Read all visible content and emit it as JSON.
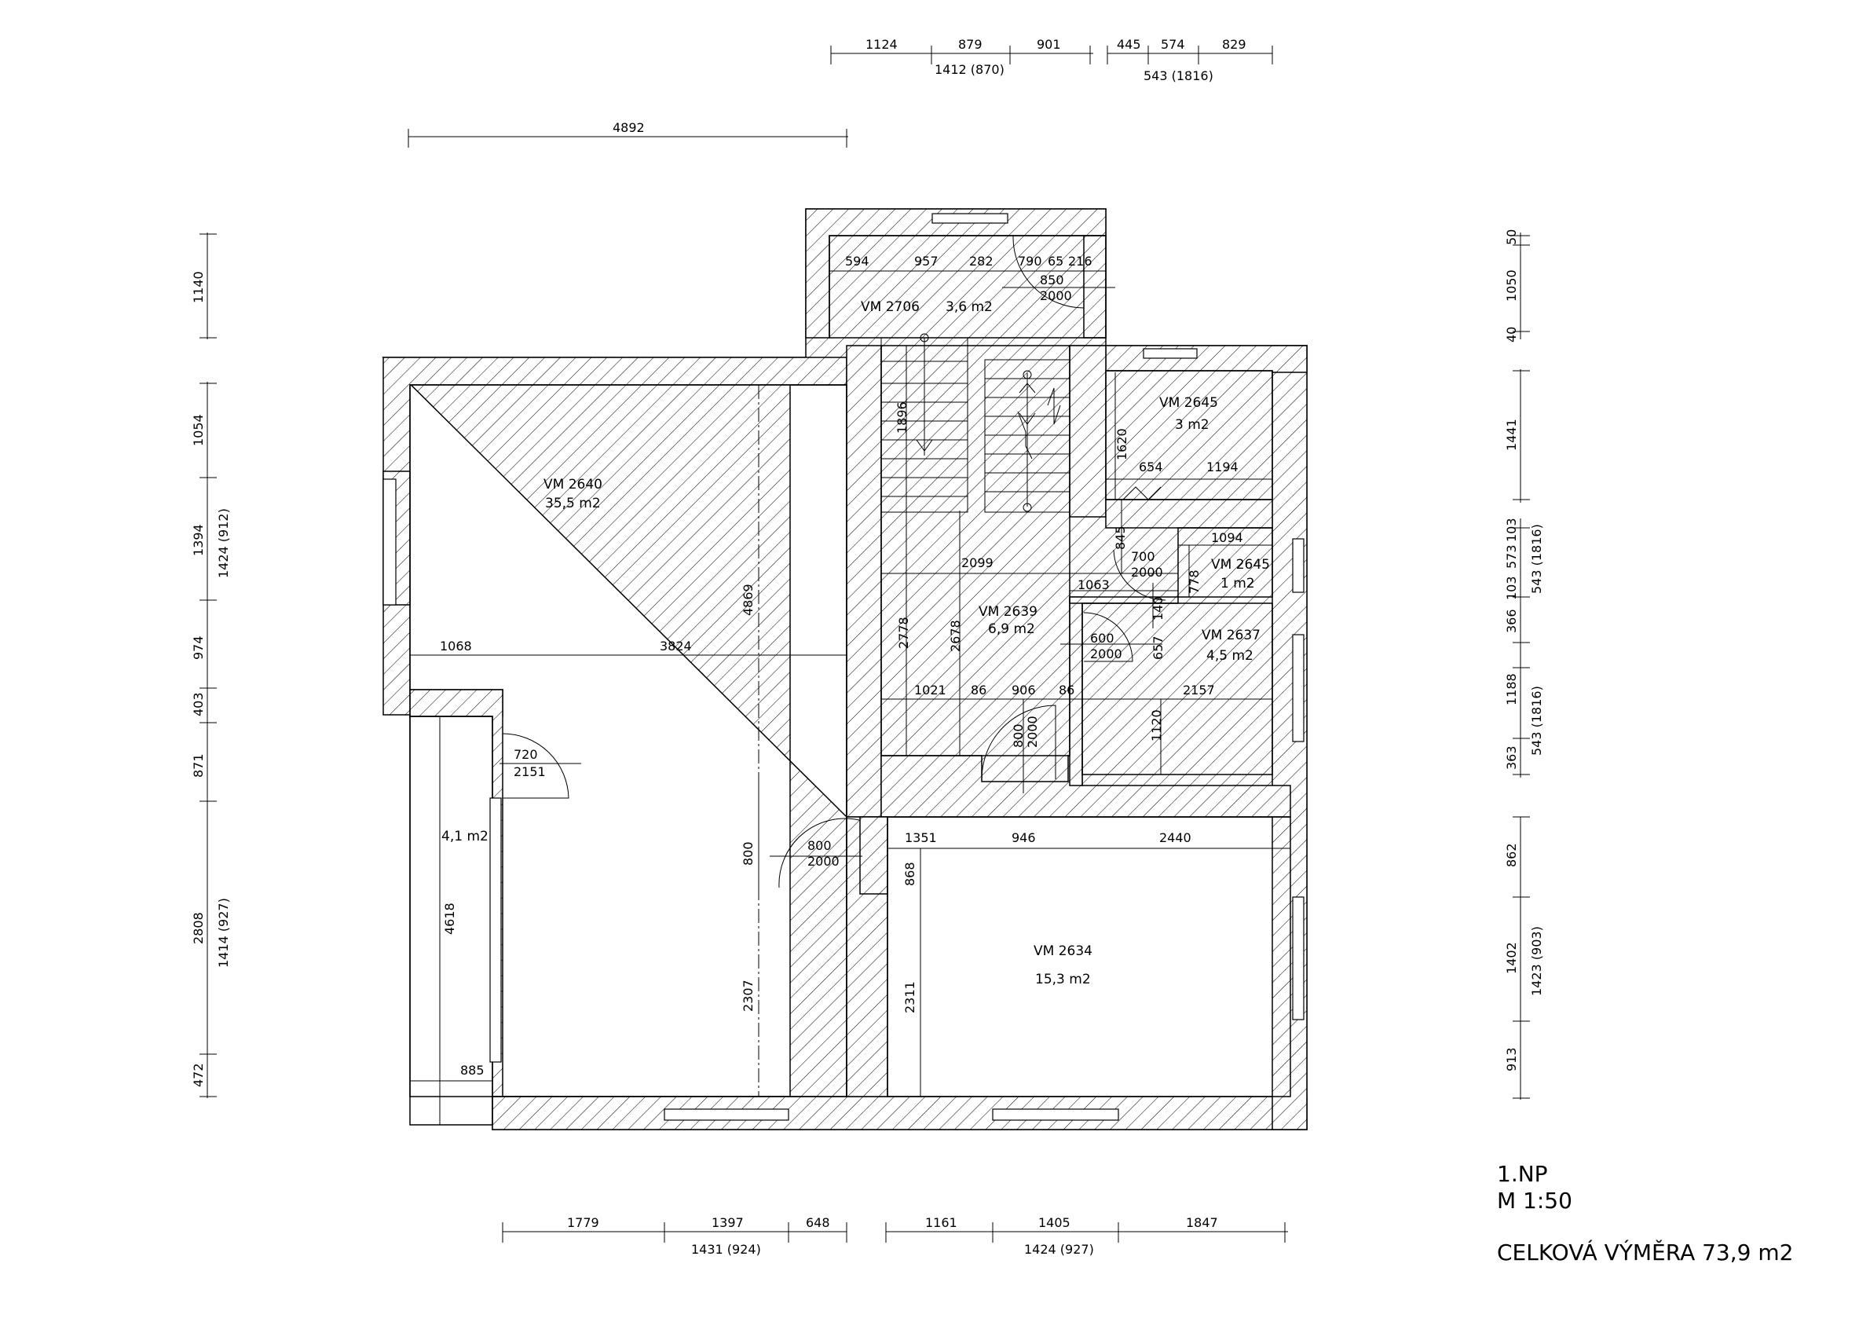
{
  "rooms": [
    {
      "id": "VM 2706",
      "area": "3,6 m2"
    },
    {
      "id": "VM 2640",
      "area": "35,5 m2"
    },
    {
      "id": "VM 2645",
      "area": "3 m2"
    },
    {
      "id": "VM 2645",
      "area": "1 m2"
    },
    {
      "id": "VM 2639",
      "area": "6,9 m2"
    },
    {
      "id": "VM 2637",
      "area": "4,5 m2"
    },
    {
      "id": "VM 2634",
      "area": "15,3 m2"
    },
    {
      "id": "",
      "area": "4,1 m2"
    }
  ],
  "dims": {
    "top1": [
      "1124",
      "879",
      "901"
    ],
    "top1_sub": "1412 (870)",
    "top2": [
      "445",
      "574",
      "829"
    ],
    "top2_sub": "543 (1816)",
    "top3": "4892",
    "bottom1": [
      "1779",
      "1397",
      "648"
    ],
    "bottom1_sub": "1431 (924)",
    "bottom2": [
      "1161",
      "1405",
      "1847"
    ],
    "bottom2_sub": "1424 (927)",
    "left": [
      "1140",
      "1054",
      "1394",
      "974",
      "403",
      "871",
      "2808",
      "472"
    ],
    "left_sub1": "1424 (912)",
    "left_sub2": "1414 (927)",
    "right": [
      "50",
      "1050",
      "40",
      "1441",
      "103",
      "573",
      "103",
      "366",
      "1188",
      "363",
      "862",
      "1402",
      "913"
    ],
    "right_sub1": "543 (1816)",
    "right_sub2": "543 (1816)",
    "right_sub3": "1423 (903)",
    "interior": {
      "a594": "594",
      "a957": "957",
      "a282": "282",
      "a790": "790",
      "a65": "65",
      "a216": "216",
      "d850": "850",
      "d2000a": "2000",
      "s1896": "1896",
      "s1620": "1620",
      "s654": "654",
      "s1194": "1194",
      "s845": "845",
      "s1094": "1094",
      "s700": "700",
      "s2000b": "2000",
      "s778": "778",
      "s2099": "2099",
      "s1063": "1063",
      "s140": "140",
      "s2778": "2778",
      "s2678": "2678",
      "s600": "600",
      "s2000c": "2000",
      "s657": "657",
      "s1021": "1021",
      "s86a": "86",
      "s906": "906",
      "s86b": "86",
      "s2157": "2157",
      "s800a": "800",
      "s2000d": "2000",
      "s1120": "1120",
      "s1068": "1068",
      "s3824": "3824",
      "s4869": "4869",
      "s720": "720",
      "s2151": "2151",
      "s800b": "800",
      "s800c": "800",
      "s2000e": "2000",
      "s1351": "1351",
      "s946": "946",
      "s2440": "2440",
      "s868": "868",
      "s4618": "4618",
      "s2307": "2307",
      "s2311": "2311",
      "s885": "885"
    }
  },
  "legend": {
    "floor": "1.NP",
    "scale": "M 1:50",
    "total": "CELKOVÁ VÝMĚRA 73,9 m2"
  }
}
